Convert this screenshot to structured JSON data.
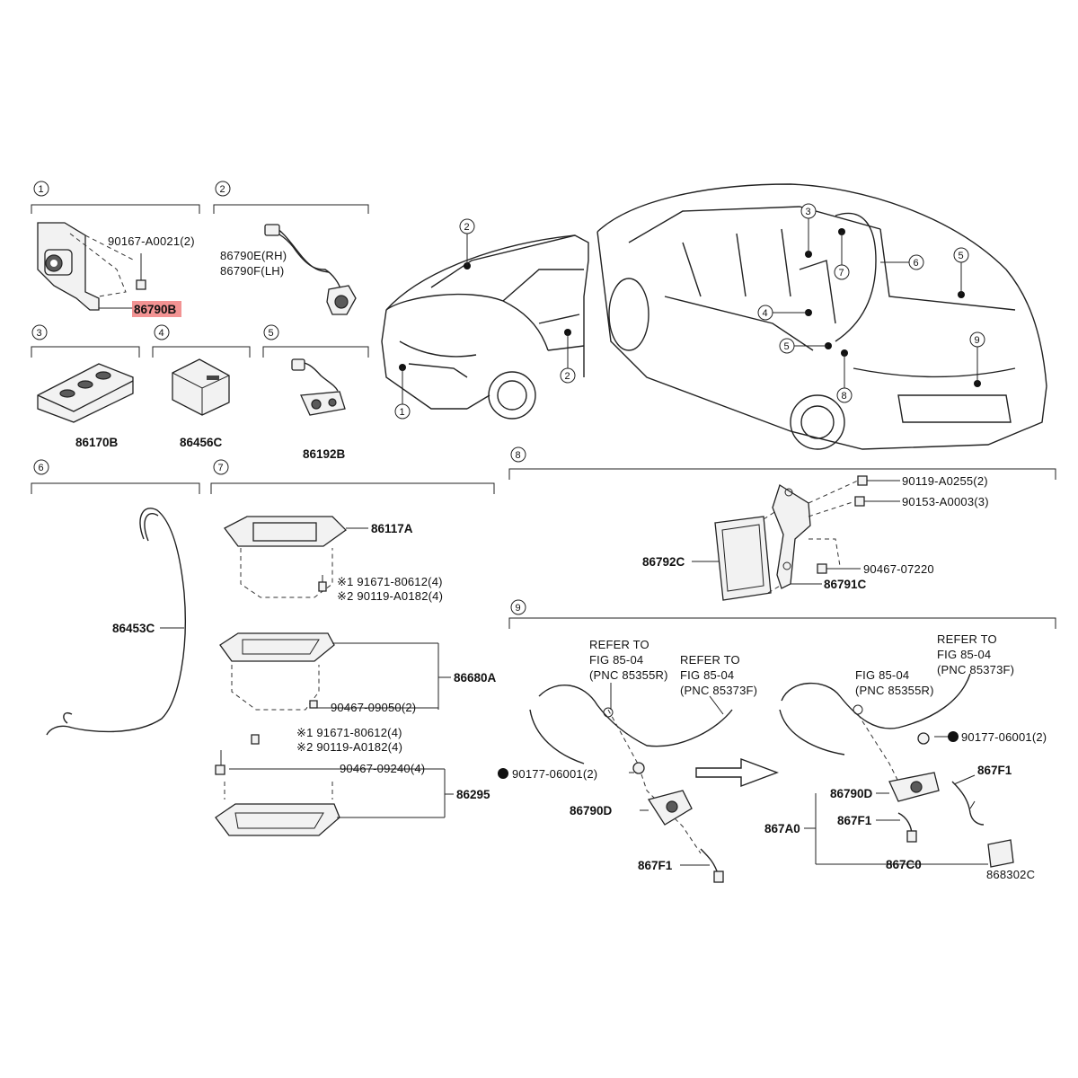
{
  "sections": [
    {
      "num": "1"
    },
    {
      "num": "2"
    },
    {
      "num": "3"
    },
    {
      "num": "4"
    },
    {
      "num": "5"
    },
    {
      "num": "6"
    },
    {
      "num": "7"
    },
    {
      "num": "8"
    },
    {
      "num": "9"
    }
  ],
  "callouts": {
    "front": [
      "2",
      "2",
      "1"
    ],
    "rear": [
      "3",
      "7",
      "6",
      "5",
      "4",
      "5",
      "8",
      "9"
    ]
  },
  "labels": {
    "s1_bolt": "90167-A0021(2)",
    "s1_part": "86790B",
    "s2_rh": "86790E(RH)",
    "s2_lh": "86790F(LH)",
    "s3_part": "86170B",
    "s4_part": "86456C",
    "s5_part": "86192B",
    "s6_part": "86453C",
    "s7_top": "86117A",
    "s7_screw1a": "※1 91671-80612(4)",
    "s7_screw1b": "※2 90119-A0182(4)",
    "s7_mid": "86680A",
    "s7_nut1": "90467-09050(2)",
    "s7_screw2a": "※1 91671-80612(4)",
    "s7_screw2b": "※2 90119-A0182(4)",
    "s7_nut2": "90467-09240(4)",
    "s7_bottom": "86295",
    "s8_bolt1": "90119-A0255(2)",
    "s8_bolt2": "90153-A0003(3)",
    "s8_ecu": "86792C",
    "s8_clip": "90467-07220",
    "s8_bracket": "86791C",
    "s9_refer1a": "REFER TO",
    "s9_refer1b": "FIG 85-04",
    "s9_refer1c": "(PNC 85355R)",
    "s9_refer2a": "REFER TO",
    "s9_refer2b": "FIG 85-04",
    "s9_refer2c": "(PNC 85373F)",
    "s9_fig_a": "FIG 85-04",
    "s9_fig_b": "(PNC 85355R)",
    "s9_refer3a": "REFER TO",
    "s9_refer3b": "FIG 85-04",
    "s9_refer3c": "(PNC 85373F)",
    "s9_nut_l": "90177-06001(2)",
    "s9_nut_r": "90177-06001(2)",
    "s9_cam_l": "86790D",
    "s9_cam_r": "86790D",
    "s9_wire_l": "867F1",
    "s9_wire_r1": "867F1",
    "s9_wire_r2": "867F1",
    "s9_assy": "867A0",
    "s9_conn": "867C0",
    "figure_code": "868302C"
  },
  "colors": {
    "line": "#222222",
    "highlight": "#f08080"
  }
}
